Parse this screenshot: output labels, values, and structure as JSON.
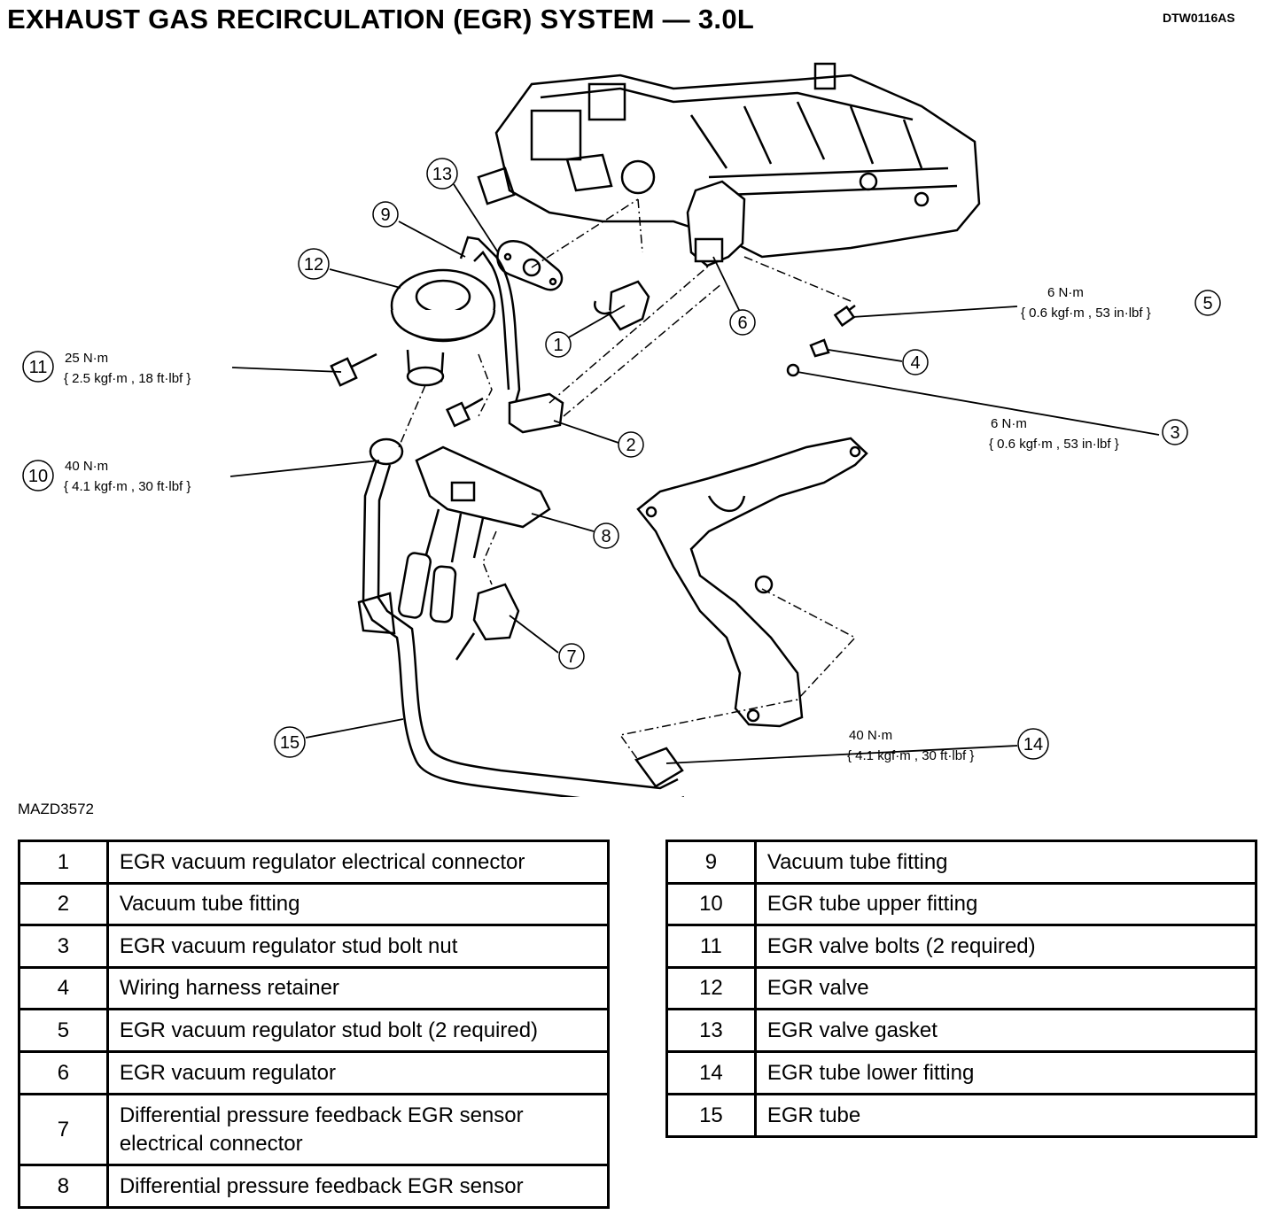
{
  "header": {
    "title": "EXHAUST GAS RECIRCULATION (EGR) SYSTEM — 3.0L",
    "doc_code": "DTW0116AS"
  },
  "figure_id": "MAZD3572",
  "callouts": {
    "c1": "1",
    "c2": "2",
    "c3": "3",
    "c4": "4",
    "c5": "5",
    "c6": "6",
    "c7": "7",
    "c8": "8",
    "c9": "9",
    "c10": "10",
    "c11": "11",
    "c12": "12",
    "c13": "13",
    "c14": "14",
    "c15": "15"
  },
  "torque_specs": {
    "t3": {
      "line1": "6 N·m",
      "line2": "{ 0.6 kgf·m , 53 in·lbf }"
    },
    "t5": {
      "line1": "6 N·m",
      "line2": "{ 0.6 kgf·m , 53 in·lbf }"
    },
    "t10": {
      "line1": "40 N·m",
      "line2": "{ 4.1 kgf·m , 30 ft·lbf }"
    },
    "t11": {
      "line1": "25 N·m",
      "line2": "{ 2.5 kgf·m , 18 ft·lbf }"
    },
    "t14": {
      "line1": "40 N·m",
      "line2": "{ 4.1 kgf·m , 30 ft·lbf }"
    }
  },
  "legend_left": [
    {
      "num": "1",
      "desc": "EGR vacuum regulator electrical connector"
    },
    {
      "num": "2",
      "desc": "Vacuum tube fitting"
    },
    {
      "num": "3",
      "desc": "EGR vacuum regulator stud bolt nut"
    },
    {
      "num": "4",
      "desc": "Wiring harness retainer"
    },
    {
      "num": "5",
      "desc": "EGR vacuum regulator stud bolt (2 required)"
    },
    {
      "num": "6",
      "desc": "EGR vacuum regulator"
    },
    {
      "num": "7",
      "desc": "Differential pressure feedback EGR sensor",
      "desc2": "electrical connector"
    },
    {
      "num": "8",
      "desc": "Differential pressure feedback EGR sensor"
    }
  ],
  "legend_right": [
    {
      "num": "9",
      "desc": "Vacuum tube fitting"
    },
    {
      "num": "10",
      "desc": "EGR tube upper fitting"
    },
    {
      "num": "11",
      "desc": "EGR valve bolts (2 required)"
    },
    {
      "num": "12",
      "desc": "EGR valve"
    },
    {
      "num": "13",
      "desc": "EGR valve gasket"
    },
    {
      "num": "14",
      "desc": "EGR tube lower fitting"
    },
    {
      "num": "15",
      "desc": "EGR tube"
    }
  ]
}
